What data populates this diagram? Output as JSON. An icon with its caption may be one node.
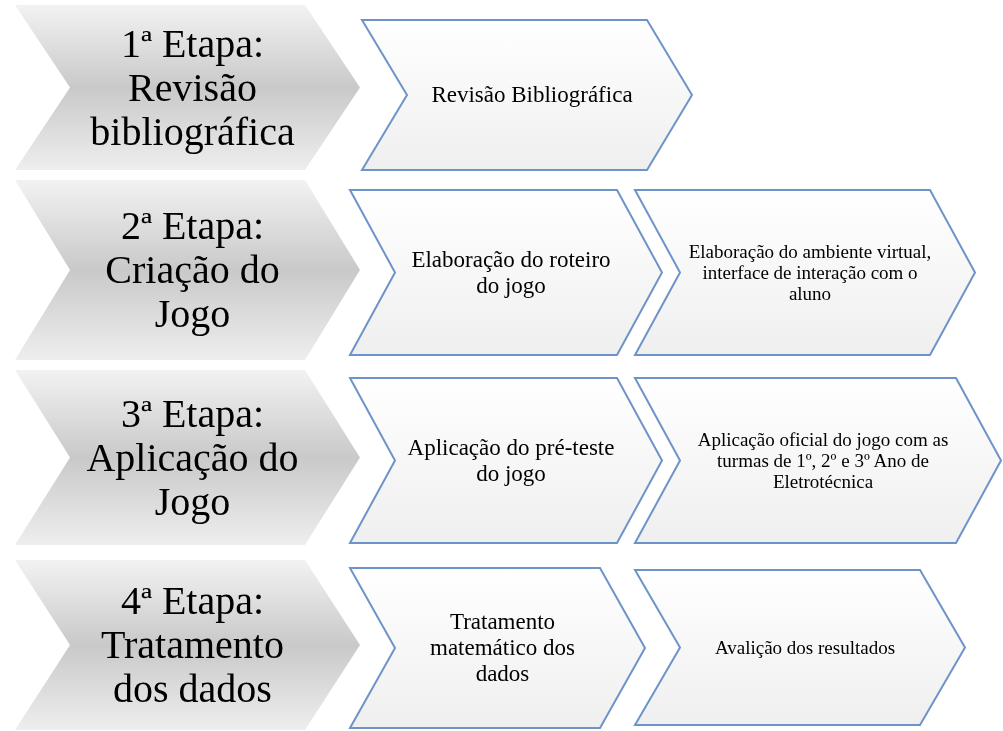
{
  "diagram": {
    "nodes": [
      {
        "text": [
          "1ª Etapa: Revisão bibliográfica"
        ]
      },
      {
        "text": [
          "Revisão Bibliográfica"
        ]
      },
      {
        "text": [
          "2ª Etapa: Criação do Jogo"
        ]
      },
      {
        "text": [
          "Elaboração do roteiro do jogo"
        ]
      },
      {
        "text": [
          "Elaboração do ambiente virtual, interface de interação com o aluno"
        ]
      },
      {
        "text": [
          "3ª Etapa: Aplicação do Jogo"
        ]
      },
      {
        "text": [
          "Aplicação do pré-teste do jogo"
        ]
      },
      {
        "text": [
          "Aplicação oficial do jogo com as turmas de 1º, 2º e 3º Ano de Eletrotécnica"
        ]
      },
      {
        "text": [
          "4ª Etapa: Tratamento dos dados"
        ]
      },
      {
        "text": [
          "Tratamento matemático dos dados"
        ]
      },
      {
        "text": [
          "Avalição dos resultados"
        ]
      }
    ]
  }
}
